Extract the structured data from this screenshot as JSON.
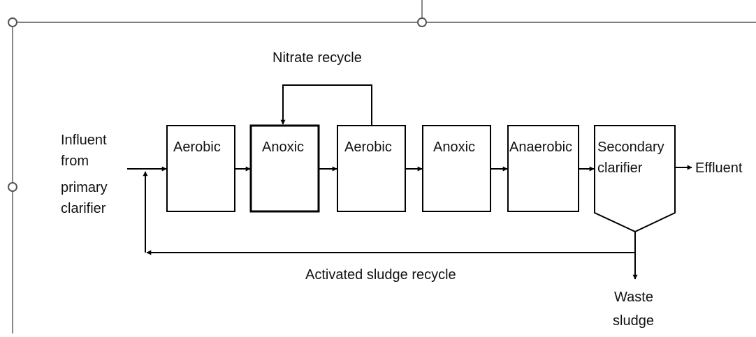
{
  "diagram": {
    "title": "Nitrate recycle",
    "influent": [
      "Influent",
      "from",
      "primary",
      "clarifier"
    ],
    "stages": [
      {
        "label": "Aerobic"
      },
      {
        "label": "Anoxic"
      },
      {
        "label": "Aerobic"
      },
      {
        "label": "Anoxic"
      },
      {
        "label": "Anaerobic"
      }
    ],
    "clarifier": [
      "Secondary",
      "clarifier"
    ],
    "effluent": "Effluent",
    "sludge_recycle": "Activated sludge recycle",
    "waste": [
      "Waste",
      "sludge"
    ]
  }
}
